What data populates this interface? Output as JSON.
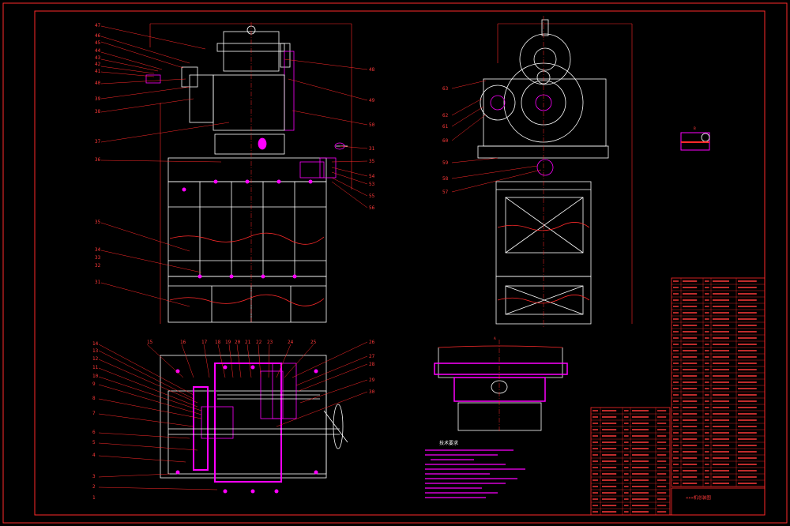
{
  "colors": {
    "background": "#000000",
    "frame": "#ff2a2a",
    "outline": "#ffffff",
    "magenta": "#ff00ff",
    "leader": "#ff2a2a",
    "label": "#ff3a3a"
  },
  "front_view": {
    "callouts_left": [
      "47",
      "46",
      "45",
      "44",
      "43",
      "42",
      "41",
      "40",
      "39",
      "38",
      "37",
      "36",
      "35",
      "34",
      "33",
      "32",
      "31"
    ],
    "callouts_right": [
      "48",
      "49",
      "50",
      "31",
      "35",
      "54",
      "53",
      "55",
      "56"
    ]
  },
  "side_view": {
    "callouts_left": [
      "63",
      "62",
      "61",
      "60",
      "59",
      "58",
      "57"
    ]
  },
  "plan_view": {
    "callouts_top": [
      "15",
      "16",
      "17",
      "18",
      "19",
      "20",
      "21",
      "22",
      "23",
      "24",
      "25"
    ],
    "callouts_left": [
      "14",
      "13",
      "12",
      "11",
      "10",
      "9",
      "8",
      "7",
      "6",
      "5",
      "4",
      "3",
      "2",
      "1"
    ],
    "callouts_right": [
      "26",
      "27",
      "28",
      "29",
      "30"
    ]
  },
  "detail_labels": [
    "A",
    "B"
  ],
  "tech_req_title": "技术要求",
  "title_block": {
    "drawing_title": "×××机总装图"
  }
}
